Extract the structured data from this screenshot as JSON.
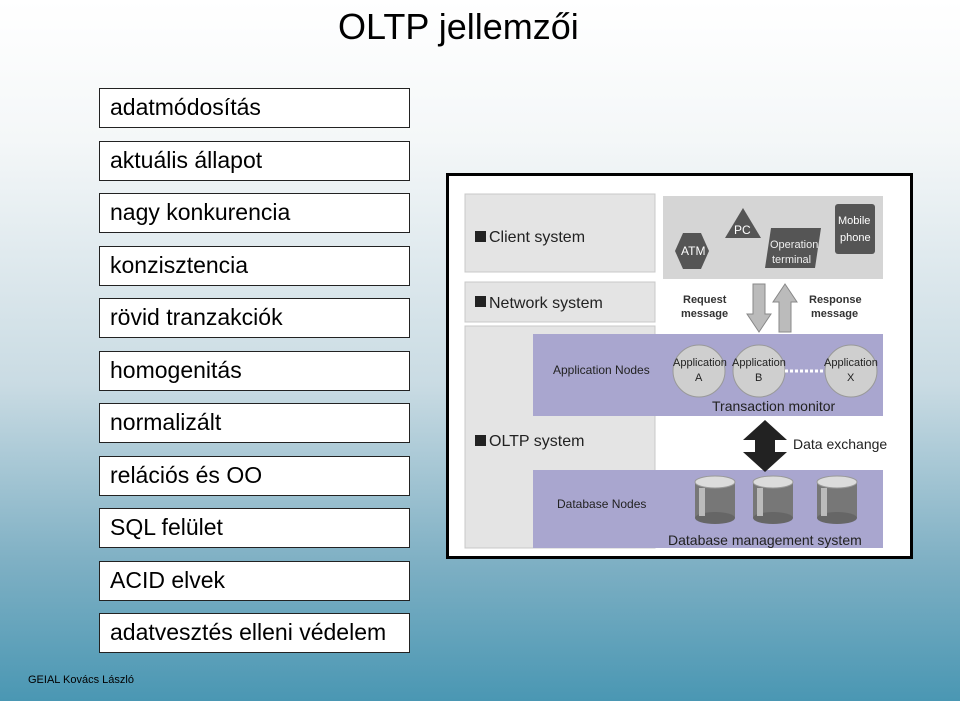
{
  "title": "OLTP jellemzői",
  "features": [
    "adatmódosítás",
    "aktuális állapot",
    "nagy konkurencia",
    "konzisztencia",
    "rövid tranzakciók",
    "homogenitás",
    "normalizált",
    "relációs és OO",
    "SQL felület",
    "ACID elvek",
    "adatvesztés elleni védelem"
  ],
  "footer": "GEIAL Kovács László",
  "diagram": {
    "layers": {
      "client": "Client system",
      "network": "Network system",
      "oltp": "OLTP system"
    },
    "clients": {
      "atm": "ATM",
      "pc": "PC",
      "operation_terminal_line1": "Operation",
      "operation_terminal_line2": "terminal",
      "mobile_line1": "Mobile",
      "mobile_line2": "phone"
    },
    "request_line1": "Request",
    "request_line2": "message",
    "response_line1": "Response",
    "response_line2": "message",
    "application_nodes": "Application Nodes",
    "apps": [
      {
        "line1": "Application",
        "line2": "A"
      },
      {
        "line1": "Application",
        "line2": "B"
      },
      {
        "line1": "Application",
        "line2": "X"
      }
    ],
    "transaction_monitor": "Transaction monitor",
    "data_exchange": "Data exchange",
    "database_nodes": "Database Nodes",
    "dbms": "Database management system"
  },
  "colors": {
    "panel_gray": "#e4e4e4",
    "node_band": "#a9a6cf",
    "client_band": "#d3d3d3",
    "shape_dark": "#555555"
  }
}
